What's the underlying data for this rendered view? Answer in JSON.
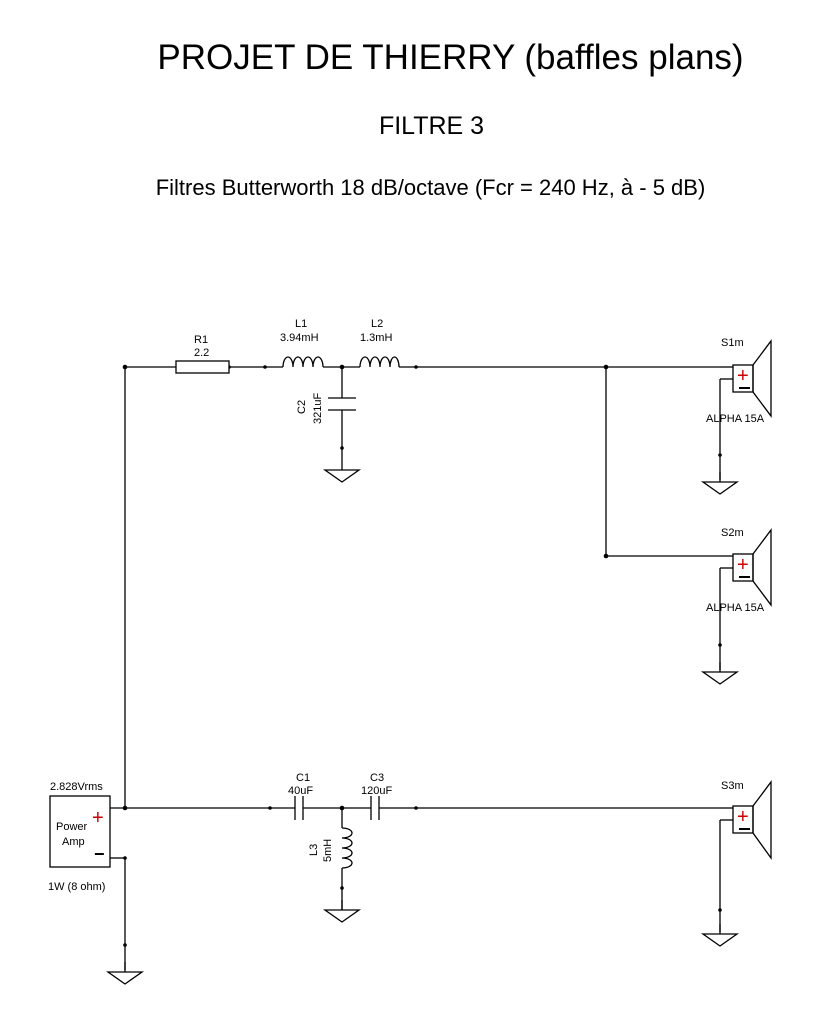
{
  "header": {
    "title": "PROJET DE THIERRY  (baffles plans)",
    "subtitle": "FILTRE 3",
    "description": "Filtres Butterworth 18 dB/octave (Fcr = 240 Hz, à - 5 dB)"
  },
  "components": {
    "R1": {
      "name": "R1",
      "value": "2.2"
    },
    "L1": {
      "name": "L1",
      "value": "3.94mH"
    },
    "L2": {
      "name": "L2",
      "value": "1.3mH"
    },
    "C2": {
      "name": "C2",
      "value": "321uF"
    },
    "C1": {
      "name": "C1",
      "value": "40uF"
    },
    "C3": {
      "name": "C3",
      "value": "120uF"
    },
    "L3": {
      "name": "L3",
      "value": "5mH"
    }
  },
  "speakers": {
    "S1": {
      "name": "S1m",
      "model": "ALPHA 15A"
    },
    "S2": {
      "name": "S2m",
      "model": "ALPHA 15A"
    },
    "S3": {
      "name": "S3m"
    }
  },
  "amplifier": {
    "voltage": "2.828Vrms",
    "label_line1": "Power",
    "label_line2": "Amp",
    "rating": "1W (8 ohm)",
    "plus": "+",
    "minus": "−"
  },
  "colors": {
    "wire": "#000000",
    "polarity": "#cc0000"
  }
}
